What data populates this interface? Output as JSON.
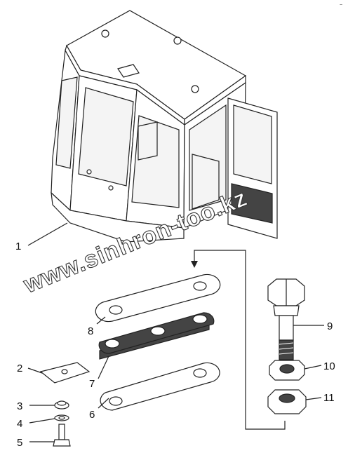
{
  "corner_mark": "~",
  "watermark": "www.sinhron-too.kz",
  "callouts": [
    {
      "id": "1",
      "label": "1"
    },
    {
      "id": "2",
      "label": "2"
    },
    {
      "id": "3",
      "label": "3"
    },
    {
      "id": "4",
      "label": "4"
    },
    {
      "id": "5",
      "label": "5"
    },
    {
      "id": "6",
      "label": "6"
    },
    {
      "id": "7",
      "label": "7"
    },
    {
      "id": "8",
      "label": "8"
    },
    {
      "id": "9",
      "label": "9"
    },
    {
      "id": "10",
      "label": "10"
    },
    {
      "id": "11",
      "label": "11"
    }
  ]
}
